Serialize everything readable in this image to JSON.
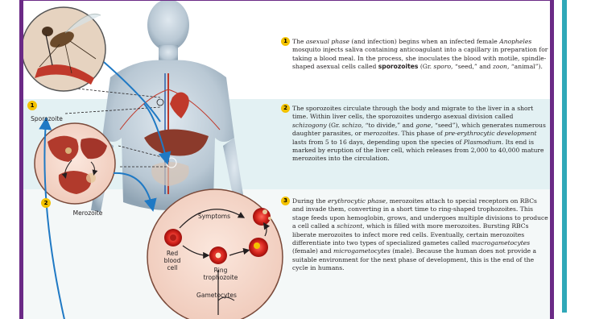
{
  "colors": {
    "frame": "#6b2a86",
    "teal_band": "#e3f1f3",
    "badge": "#f3c200",
    "arrow_blue": "#1f79c4"
  },
  "icons": [
    "mosquito-icon",
    "human-body-icon",
    "liver-icon",
    "red-blood-cell-icon"
  ],
  "labels": {
    "sporozoite": "Sporozoite",
    "merozoite": "Merozoite",
    "symptoms": "Symptoms",
    "red_blood_cell_1": "Red",
    "red_blood_cell_2": "blood",
    "red_blood_cell_3": "cell",
    "ring_1": "Ring",
    "ring_2": "trophozoite",
    "gametocytes": "Gametocytes"
  },
  "badges": {
    "one": "1",
    "two": "2"
  },
  "paragraphs": [
    {
      "num": "1",
      "s1": "The ",
      "i1": "asexual phase",
      "s2": " (and infection) begins when an infected female ",
      "i2": "Anopheles",
      "s3": " mosquito injects saliva containing anticoagulant into a capillary in preparation for taking a blood meal. In the process, she inoculates the blood with motile, spindle-shaped asexual cells called ",
      "b1": "sporozoites",
      "s4": " (Gr. ",
      "i3": "sporo",
      "s5": ", “seed,” and ",
      "i4": "zoon",
      "s6": ", “animal”)."
    },
    {
      "num": "2",
      "s1": "The sporozoites circulate through the body and migrate to the liver in a short time. Within liver cells, the sporozoites undergo asexual division called ",
      "i1": "schizogony",
      "s2": " (Gr. ",
      "i2": "schizo",
      "s3": ", “to divide,” and ",
      "i3": "gone",
      "s4": ", “seed”), which generates numerous daughter parasites, or ",
      "i4": "merozoites",
      "s5": ". This phase of ",
      "i5": "pre-erythrocytic development",
      "s6": " lasts from 5 to 16 days, depending upon the species of ",
      "i6": "Plasmodium",
      "s7": ". Its end is marked by eruption of the liver cell, which releases from 2,000 to 40,000 mature merozoites into the circulation."
    },
    {
      "num": "3",
      "s1": "During the ",
      "i1": "erythrocytic phase",
      "s2": ", merozoites attach to special receptors on RBCs and invade them, converting in a short time to ring-shaped trophozoites. This stage feeds upon hemoglobin, grows, and undergoes multiple divisions to produce a cell called a ",
      "i2": "schizont",
      "s3": ", which is filled with more merozoites. Bursting RBCs liberate merozoites to infect more red cells. Eventually, certain merozoites differentiate into two types of specialized gametes called ",
      "i3": "macrogametocytes",
      "s4": " (female) and ",
      "i4": "microgametocytes",
      "s5": " (male). Because the human does not provide a suitable environment for the next phase of development, this is the end of the cycle in humans."
    }
  ]
}
